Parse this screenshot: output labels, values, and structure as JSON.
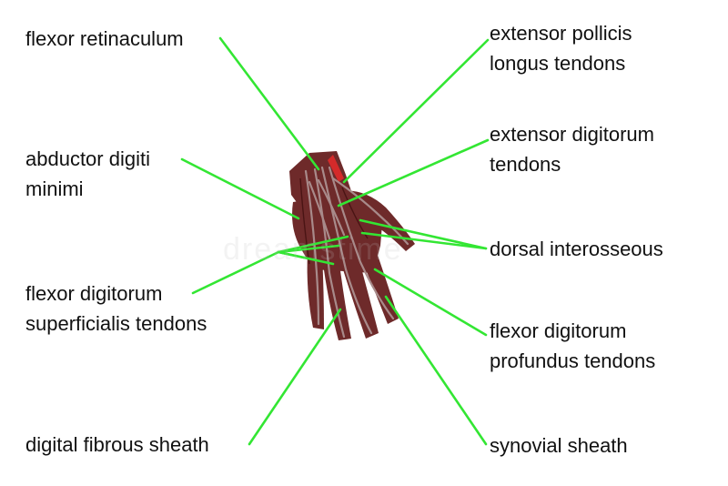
{
  "colors": {
    "leader_line": "#33e633",
    "text": "#111111",
    "hand_base": "#6e2a2a",
    "hand_dark": "#4a1414",
    "tendon": "#a88a8a",
    "muscle": "#d42a2a",
    "background": "#ffffff"
  },
  "watermark": "dreamstime",
  "labels": {
    "flexor_retinaculum": [
      "flexor retinaculum"
    ],
    "abductor_digiti_minimi": [
      "abductor digiti",
      "minimi"
    ],
    "flexor_digitorum_superficialis": [
      "flexor digitorum",
      "superficialis tendons"
    ],
    "digital_fibrous_sheath": [
      "digital fibrous sheath"
    ],
    "extensor_pollicis_longus": [
      "extensor pollicis",
      "longus tendons"
    ],
    "extensor_digitorum": [
      "extensor digitorum",
      "tendons"
    ],
    "dorsal_interosseous": [
      "dorsal interosseous"
    ],
    "flexor_digitorum_profundus": [
      "flexor digitorum",
      "profundus tendons"
    ],
    "synovial_sheath": [
      "synovial sheath"
    ]
  }
}
